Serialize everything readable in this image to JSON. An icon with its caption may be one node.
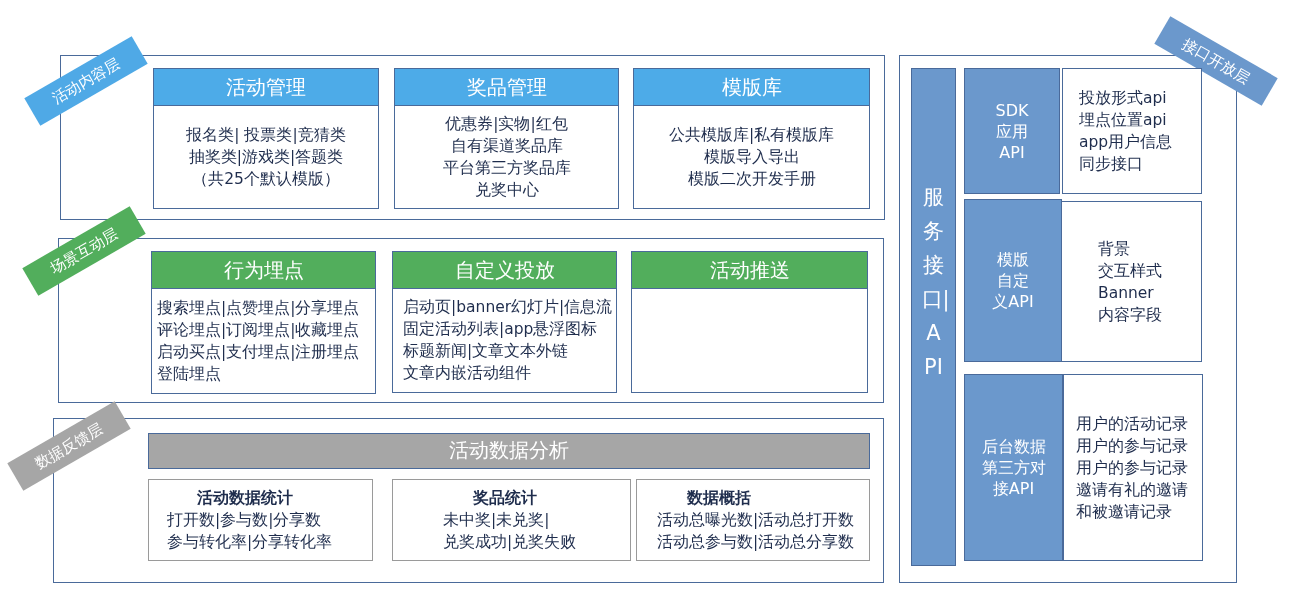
{
  "diagram": {
    "nodes": [
      {
        "text": [
          "活动内容层"
        ]
      },
      {
        "text": [
          "活动管理",
          "报名类| 投票类|竞猜类",
          "抽奖类|游戏类|答题类",
          "（共25个默认模版）"
        ],
        "in": 0
      },
      {
        "text": [
          "奖品管理",
          "优惠券|实物|红包",
          "自有渠道奖品库",
          "平台第三方奖品库",
          "兑奖中心"
        ],
        "in": 0
      },
      {
        "text": [
          "模版库",
          "公共模版库|私有模版库",
          "模版导入导出",
          "模版二次开发手册"
        ],
        "in": 0
      },
      {
        "text": [
          "场景互动层"
        ]
      },
      {
        "text": [
          "行为埋点",
          "搜索埋点|点赞埋点|分享埋点",
          "评论埋点|订阅埋点|收藏埋点",
          "启动买点|支付埋点|注册埋点",
          "登陆埋点"
        ],
        "in": 4
      },
      {
        "text": [
          "自定义投放",
          "启动页|banner幻灯片|信息流",
          "固定活动列表|app悬浮图标",
          "标题新闻|文章文本外链",
          "文章内嵌活动组件"
        ],
        "in": 4
      },
      {
        "text": [
          "活动推送"
        ],
        "in": 4
      },
      {
        "text": [
          "数据反馈层"
        ]
      },
      {
        "text": [
          "活动数据分析"
        ],
        "in": 8
      },
      {
        "text": [
          "活动数据统计",
          "打开数|参与数|分享数",
          "参与转化率|分享转化率"
        ],
        "in": 8
      },
      {
        "text": [
          "奖品统计",
          "未中奖|未兑奖|",
          "兑奖成功|兑奖失败"
        ],
        "in": 8
      },
      {
        "text": [
          "数据概括",
          "活动总曝光数|活动总打开数",
          "活动总参与数|活动总分享数"
        ],
        "in": 8
      },
      {
        "text": [
          "接口开放层"
        ]
      },
      {
        "text": [
          "服务接口|API"
        ],
        "in": 13
      },
      {
        "text": [
          "SDK应用API"
        ],
        "in": 13
      },
      {
        "text": [
          "投放形式api",
          "埋点位置api",
          "app用户信息",
          "同步接口"
        ],
        "in": 13
      },
      {
        "text": [
          "模版自定义API"
        ],
        "in": 13
      },
      {
        "text": [
          "背景",
          "交互样式",
          "Banner",
          "内容字段"
        ],
        "in": 13
      },
      {
        "text": [
          "后台数据第三方对接API"
        ],
        "in": 13
      },
      {
        "text": [
          "用户的活动记录",
          "用户的参与记录",
          "用户的参与记录",
          "邀请有礼的邀请",
          "和被邀请记录"
        ],
        "in": 13
      }
    ]
  }
}
